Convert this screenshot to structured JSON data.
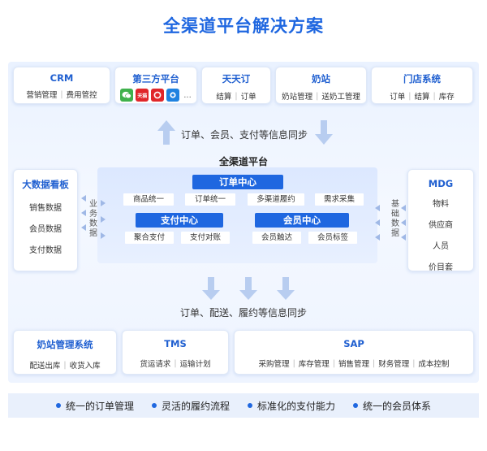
{
  "title": "全渠道平台解决方案",
  "top_cards": [
    {
      "title": "CRM",
      "items": [
        "营销管理",
        "费用管控"
      ]
    },
    {
      "title": "第三方平台",
      "apps": [
        {
          "name": "wechat-icon",
          "label": "",
          "color": "#3fb14c"
        },
        {
          "name": "tmall-icon",
          "label": "天猫",
          "color": "#e0262a"
        },
        {
          "name": "eleme-icon",
          "label": "",
          "color": "#e0262a"
        },
        {
          "name": "third-app-icon",
          "label": "",
          "color": "#1f82e0"
        }
      ],
      "more": "..."
    },
    {
      "title": "天天订",
      "items": [
        "结算",
        "订单"
      ]
    },
    {
      "title": "奶站",
      "items": [
        "奶站管理",
        "送奶工管理"
      ]
    },
    {
      "title": "门店系统",
      "items": [
        "订单",
        "结算",
        "库存"
      ]
    }
  ],
  "sync_top": "订单、会员、支付等信息同步",
  "left_card": {
    "title": "大数据看板",
    "items": [
      "销售数据",
      "会员数据",
      "支付数据"
    ]
  },
  "right_card": {
    "title": "MDG",
    "items": [
      "物料",
      "供应商",
      "人员",
      "价目套"
    ]
  },
  "platform": {
    "title": "全渠道平台",
    "order_center": "订单中心",
    "order_chips": [
      "商品统一",
      "订单统一",
      "多渠道履约",
      "需求采集"
    ],
    "pay_center": "支付中心",
    "pay_chips": [
      "聚合支付",
      "支付对账"
    ],
    "member_center": "会员中心",
    "member_chips": [
      "会员触达",
      "会员标签"
    ],
    "left_label": "业务数据",
    "right_label": "基础数据"
  },
  "sync_bottom": "订单、配送、履约等信息同步",
  "bottom_cards": [
    {
      "title": "奶站管理系统",
      "items": [
        "配送出库",
        "收货入库"
      ]
    },
    {
      "title": "TMS",
      "items": [
        "货运请求",
        "运输计划"
      ]
    },
    {
      "title": "SAP",
      "items": [
        "采购管理",
        "库存管理",
        "销售管理",
        "财务管理",
        "成本控制"
      ]
    }
  ],
  "footer": [
    "统一的订单管理",
    "灵活的履约流程",
    "标准化的支付能力",
    "统一的会员体系"
  ],
  "colors": {
    "accent": "#1f67e0",
    "band": "#eaf2ff"
  }
}
